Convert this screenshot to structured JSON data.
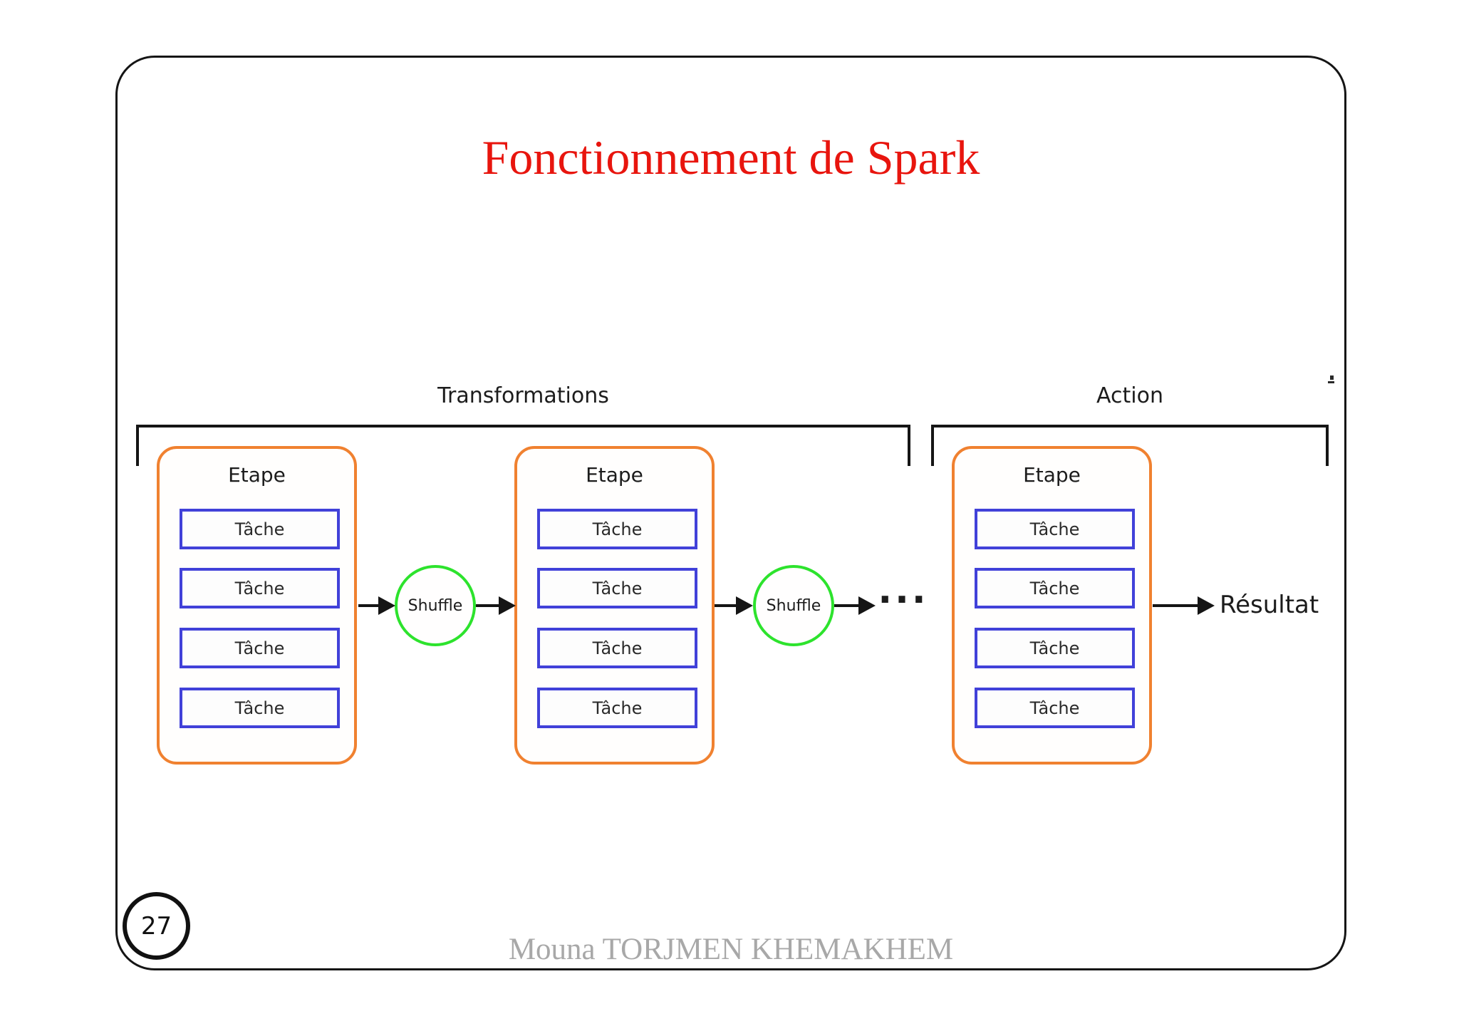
{
  "slide": {
    "title": "Fonctionnement de Spark",
    "title_color": "#e8150e",
    "footer": "Mouna TORJMEN KHEMAKHEM",
    "footer_color": "#a8a8a8",
    "page_number": "27"
  },
  "diagram": {
    "groups": [
      {
        "label": "Transformations"
      },
      {
        "label": "Action"
      }
    ],
    "stages": [
      {
        "title": "Etape",
        "tasks": [
          "Tâche",
          "Tâche",
          "Tâche",
          "Tâche"
        ]
      },
      {
        "title": "Etape",
        "tasks": [
          "Tâche",
          "Tâche",
          "Tâche",
          "Tâche"
        ]
      },
      {
        "title": "Etape",
        "tasks": [
          "Tâche",
          "Tâche",
          "Tâche",
          "Tâche"
        ]
      }
    ],
    "shuffles": [
      {
        "label": "Shuffle"
      },
      {
        "label": "Shuffle"
      }
    ],
    "ellipsis": "···",
    "result_label": "Résultat",
    "colors": {
      "stage_border": "#f08130",
      "task_border": "#4141d9",
      "shuffle_border": "#2de32d",
      "line": "#151515"
    }
  }
}
